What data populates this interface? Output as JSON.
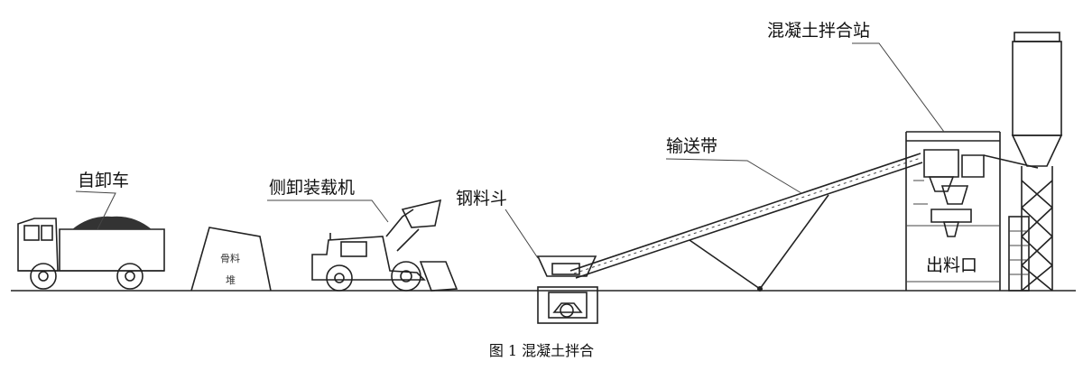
{
  "labels": {
    "dump_truck": "自卸车",
    "side_loader": "侧卸装载机",
    "steel_hopper": "钢料斗",
    "conveyor": "输送带",
    "mixing_station": "混凝土拌合站",
    "outlet": "出料口"
  },
  "caption": "图 1 混凝土拌合"
}
